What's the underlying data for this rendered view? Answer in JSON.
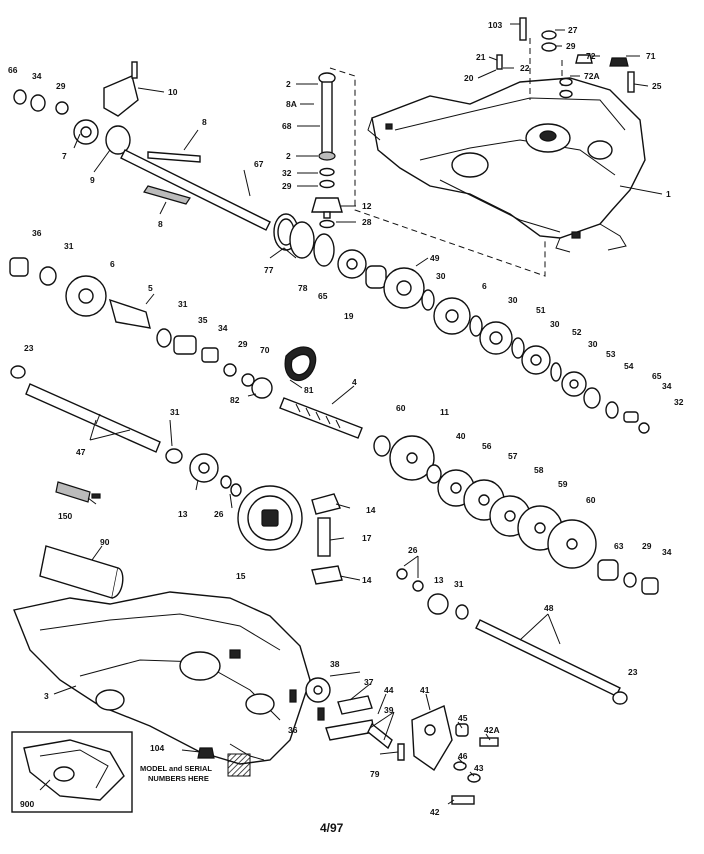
{
  "diagram": {
    "footer": "4/97",
    "model_note": [
      "MODEL and SERIAL",
      "NUMBERS HERE"
    ],
    "labels": [
      {
        "id": "l103",
        "text": "103"
      },
      {
        "id": "l27",
        "text": "27"
      },
      {
        "id": "l29a",
        "text": "29"
      },
      {
        "id": "l72",
        "text": "72"
      },
      {
        "id": "l71",
        "text": "71"
      },
      {
        "id": "l21",
        "text": "21"
      },
      {
        "id": "l22",
        "text": "22"
      },
      {
        "id": "l20",
        "text": "20"
      },
      {
        "id": "l72a",
        "text": "72A"
      },
      {
        "id": "l25",
        "text": "25"
      },
      {
        "id": "l1",
        "text": "1"
      },
      {
        "id": "l66",
        "text": "66"
      },
      {
        "id": "l34a",
        "text": "34"
      },
      {
        "id": "l29b",
        "text": "29"
      },
      {
        "id": "l10",
        "text": "10"
      },
      {
        "id": "l2a",
        "text": "2"
      },
      {
        "id": "l8a",
        "text": "8A"
      },
      {
        "id": "l68",
        "text": "68"
      },
      {
        "id": "l8b",
        "text": "8"
      },
      {
        "id": "l7",
        "text": "7"
      },
      {
        "id": "l9",
        "text": "9"
      },
      {
        "id": "l2b",
        "text": "2"
      },
      {
        "id": "l32a",
        "text": "32"
      },
      {
        "id": "l29c",
        "text": "29"
      },
      {
        "id": "l67",
        "text": "67"
      },
      {
        "id": "l12",
        "text": "12"
      },
      {
        "id": "l28",
        "text": "28"
      },
      {
        "id": "l8c",
        "text": "8"
      },
      {
        "id": "l36",
        "text": "36"
      },
      {
        "id": "l31a",
        "text": "31"
      },
      {
        "id": "l6a",
        "text": "6"
      },
      {
        "id": "l77",
        "text": "77"
      },
      {
        "id": "l78",
        "text": "78"
      },
      {
        "id": "l65",
        "text": "65"
      },
      {
        "id": "l19",
        "text": "19"
      },
      {
        "id": "l49",
        "text": "49"
      },
      {
        "id": "l30a",
        "text": "30"
      },
      {
        "id": "l5",
        "text": "5"
      },
      {
        "id": "l31b",
        "text": "31"
      },
      {
        "id": "l35",
        "text": "35"
      },
      {
        "id": "l6b",
        "text": "6"
      },
      {
        "id": "l30b",
        "text": "30"
      },
      {
        "id": "l51",
        "text": "51"
      },
      {
        "id": "l30c",
        "text": "30"
      },
      {
        "id": "l34b",
        "text": "34"
      },
      {
        "id": "l29d",
        "text": "29"
      },
      {
        "id": "l70",
        "text": "70"
      },
      {
        "id": "l52",
        "text": "52"
      },
      {
        "id": "l30d",
        "text": "30"
      },
      {
        "id": "l53",
        "text": "53"
      },
      {
        "id": "l23a",
        "text": "23"
      },
      {
        "id": "l82",
        "text": "82"
      },
      {
        "id": "l81",
        "text": "81"
      },
      {
        "id": "l4",
        "text": "4"
      },
      {
        "id": "l54",
        "text": "54"
      },
      {
        "id": "l65b",
        "text": "65"
      },
      {
        "id": "l34c",
        "text": "34"
      },
      {
        "id": "l32b",
        "text": "32"
      },
      {
        "id": "l60a",
        "text": "60"
      },
      {
        "id": "l11",
        "text": "11"
      },
      {
        "id": "l31c",
        "text": "31"
      },
      {
        "id": "l47",
        "text": "47"
      },
      {
        "id": "l40",
        "text": "40"
      },
      {
        "id": "l56",
        "text": "56"
      },
      {
        "id": "l57",
        "text": "57"
      },
      {
        "id": "l58",
        "text": "58"
      },
      {
        "id": "l59",
        "text": "59"
      },
      {
        "id": "l60b",
        "text": "60"
      },
      {
        "id": "l13a",
        "text": "13"
      },
      {
        "id": "l26a",
        "text": "26"
      },
      {
        "id": "l14a",
        "text": "14"
      },
      {
        "id": "l150",
        "text": "150"
      },
      {
        "id": "l17",
        "text": "17"
      },
      {
        "id": "l90",
        "text": "90"
      },
      {
        "id": "l15",
        "text": "15"
      },
      {
        "id": "l26b",
        "text": "26"
      },
      {
        "id": "l14b",
        "text": "14"
      },
      {
        "id": "l13b",
        "text": "13"
      },
      {
        "id": "l31d",
        "text": "31"
      },
      {
        "id": "l63",
        "text": "63"
      },
      {
        "id": "l29e",
        "text": "29"
      },
      {
        "id": "l34d",
        "text": "34"
      },
      {
        "id": "l48",
        "text": "48"
      },
      {
        "id": "l23b",
        "text": "23"
      },
      {
        "id": "l3",
        "text": "3"
      },
      {
        "id": "l38",
        "text": "38"
      },
      {
        "id": "l37",
        "text": "37"
      },
      {
        "id": "l44",
        "text": "44"
      },
      {
        "id": "l41",
        "text": "41"
      },
      {
        "id": "l39",
        "text": "39"
      },
      {
        "id": "l36b",
        "text": "36"
      },
      {
        "id": "l45",
        "text": "45"
      },
      {
        "id": "l42a",
        "text": "42A"
      },
      {
        "id": "l104",
        "text": "104"
      },
      {
        "id": "l79",
        "text": "79"
      },
      {
        "id": "l46",
        "text": "46"
      },
      {
        "id": "l43",
        "text": "43"
      },
      {
        "id": "l900",
        "text": "900"
      },
      {
        "id": "l42",
        "text": "42"
      }
    ]
  }
}
